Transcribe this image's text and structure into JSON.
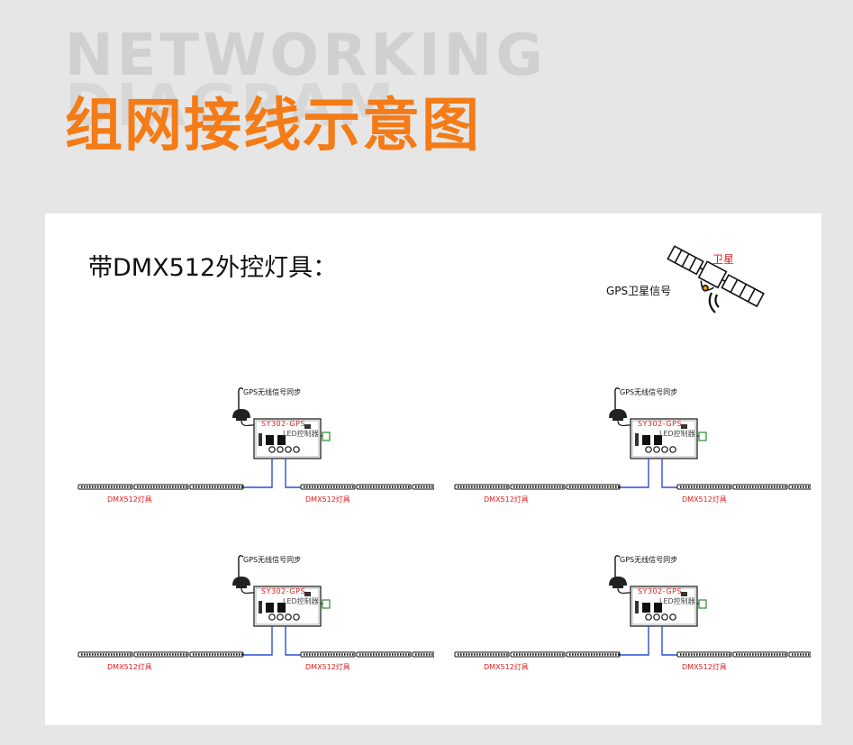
{
  "header": {
    "bg_line1": "NETWORKING",
    "bg_line2": "DIAGRAM",
    "title": "组网接线示意图"
  },
  "panel": {
    "subtitle": "带DMX512外控灯具：",
    "satellite_label": "卫星",
    "gps_signal_label": "GPS卫星信号"
  },
  "units": [
    {
      "antenna_label": "GPS无线信号同步",
      "device_model": "SY302-GPS",
      "device_sub": "LED控制器",
      "fixture_left": "DMX512灯具",
      "fixture_right": "DMX512灯具"
    },
    {
      "antenna_label": "GPS无线信号同步",
      "device_model": "SY302-GPS",
      "device_sub": "LED控制器",
      "fixture_left": "DMX512灯具",
      "fixture_right": "DMX512灯具"
    },
    {
      "antenna_label": "GPS无线信号同步",
      "device_model": "SY302-GPS",
      "device_sub": "LED控制器",
      "fixture_left": "DMX512灯具",
      "fixture_right": "DMX512灯具"
    },
    {
      "antenna_label": "GPS无线信号同步",
      "device_model": "SY302-GPS",
      "device_sub": "LED控制器",
      "fixture_left": "DMX512灯具",
      "fixture_right": "DMX512灯具"
    }
  ],
  "colors": {
    "accent": "#f47b16",
    "label_red": "#e31b1b",
    "wire_blue": "#2a4fd6"
  },
  "icons": [
    "satellite-icon",
    "gps-antenna-icon",
    "controller-icon",
    "light-bar-icon"
  ]
}
